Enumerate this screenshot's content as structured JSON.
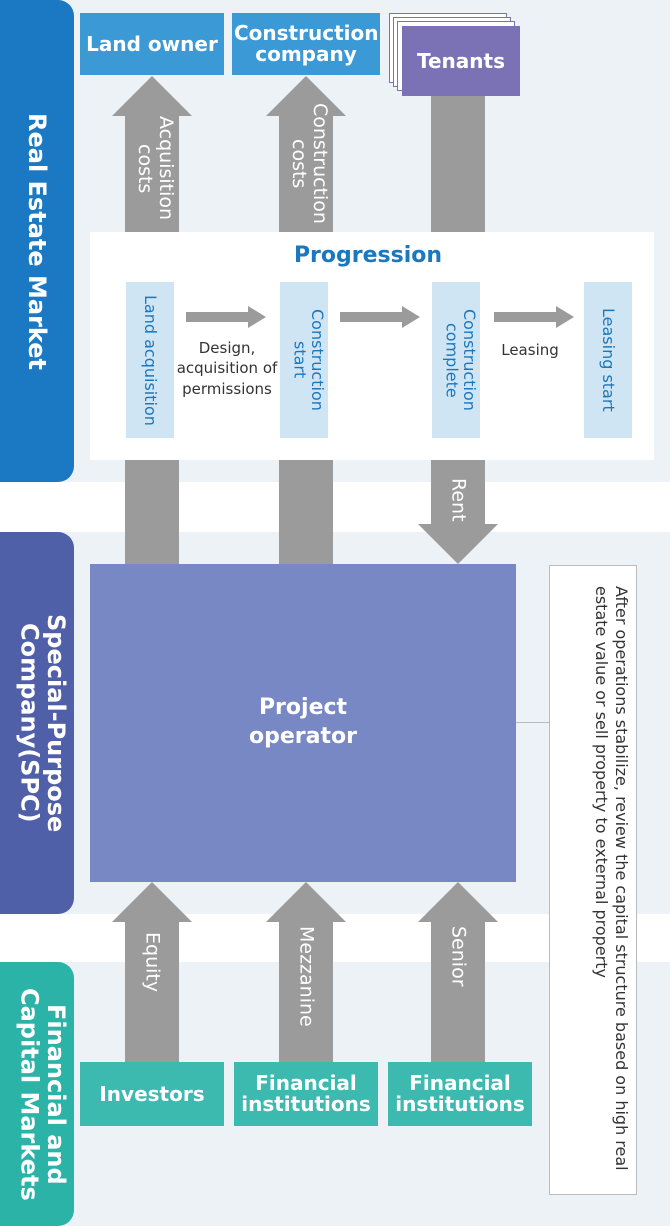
{
  "sections": {
    "real_estate": "Real Estate Market",
    "spc": "Special-Purpose Company(SPC)",
    "financial": "Financial and Capital Markets"
  },
  "top_boxes": {
    "land_owner": "Land owner",
    "construction_company": "Construction company",
    "tenants": "Tenants"
  },
  "top_arrows": {
    "acquisition": "Acquisition costs",
    "construction": "Construction costs",
    "rent": "Rent"
  },
  "progression": {
    "title": "Progression",
    "steps": [
      "Land acquisition",
      "Construction start",
      "Construction complete",
      "Leasing start"
    ],
    "transitions": [
      "Design, acquisition of permissions",
      "Leasing"
    ]
  },
  "operator": "Project operator",
  "note": "After operations stabilize, review the capital structure based on high real estate value or sell property to external property",
  "bottom_arrows": [
    "Equity",
    "Mezzanine",
    "Senior"
  ],
  "bottom_boxes": [
    "Investors",
    "Financial institutions",
    "Financial institutions"
  ],
  "colors": {
    "real_estate": "#1a79c2",
    "spc": "#4f5fa8",
    "financial": "#2bb3a8",
    "top_box": "#3b99d6",
    "tenants": "#7a72b4",
    "operator": "#7888c4",
    "bottom_box": "#3dbab0",
    "arrow": "#9b9b9b",
    "progression_title": "#1a78bf",
    "step_fill": "#cfe5f4"
  }
}
